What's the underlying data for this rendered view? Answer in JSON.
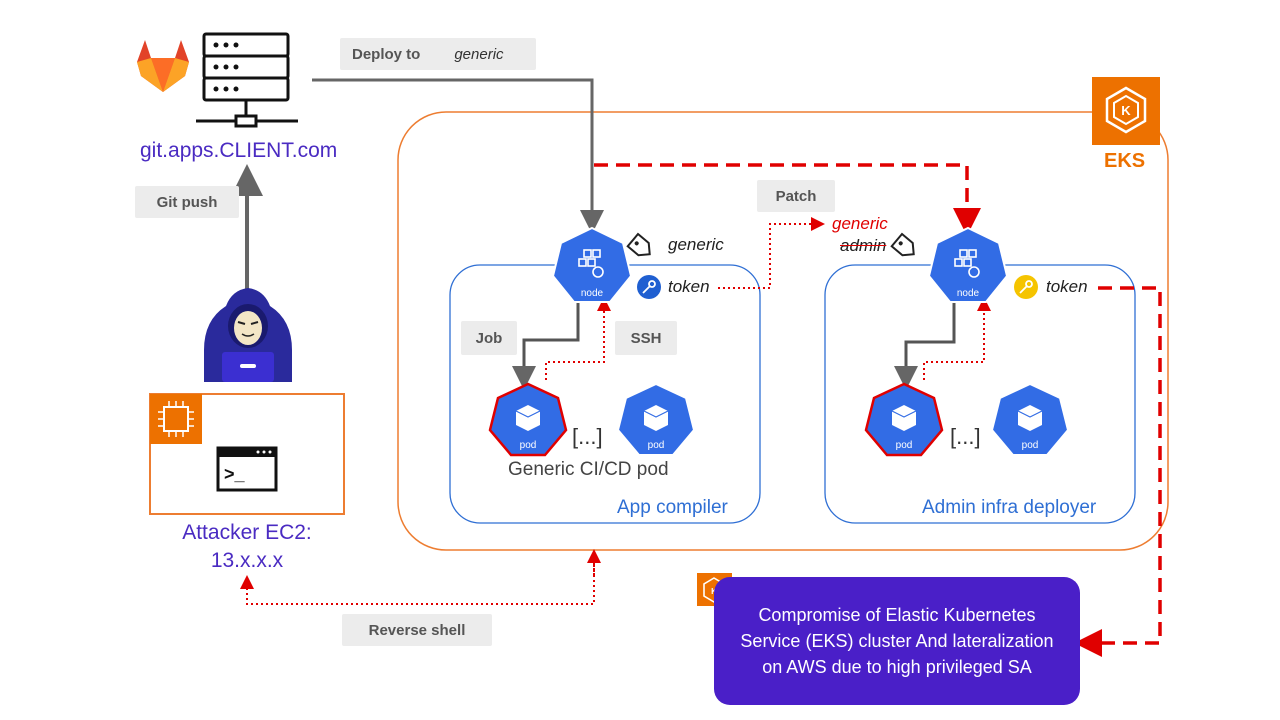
{
  "git_server": {
    "host_label": "git.apps.CLIENT.com"
  },
  "labels": {
    "deploy_to": "Deploy to",
    "deploy_tag": "generic",
    "git_push": "Git push",
    "patch": "Patch",
    "job": "Job",
    "ssh": "SSH",
    "reverse_shell": "Reverse shell"
  },
  "eks": {
    "label": "EKS",
    "icon_letter": "K"
  },
  "node_left": {
    "tag": "generic",
    "token": "token",
    "node_text": "node"
  },
  "node_right": {
    "tag_new": "generic",
    "tag_old": "admin",
    "token": "token",
    "node_text": "node"
  },
  "pod_text": "pod",
  "ellipsis": "[...]",
  "group_left": {
    "pod_caption": "Generic CI/CD pod",
    "name": "App compiler"
  },
  "group_right": {
    "name": "Admin infra deployer"
  },
  "attacker": {
    "line1": "Attacker EC2:",
    "line2": "13.x.x.x",
    "terminal_prompt": ">_"
  },
  "result_box": {
    "text": "Compromise of Elastic Kubernetes Service (EKS) cluster And lateralization on AWS due to high privileged SA",
    "icon_letter": "K"
  },
  "colors": {
    "aws_orange": "#ed7100",
    "k8s_blue": "#326ce5",
    "attack_red": "#e00000",
    "result_purple": "#4a1fc8",
    "arrow_gray": "#666666"
  }
}
